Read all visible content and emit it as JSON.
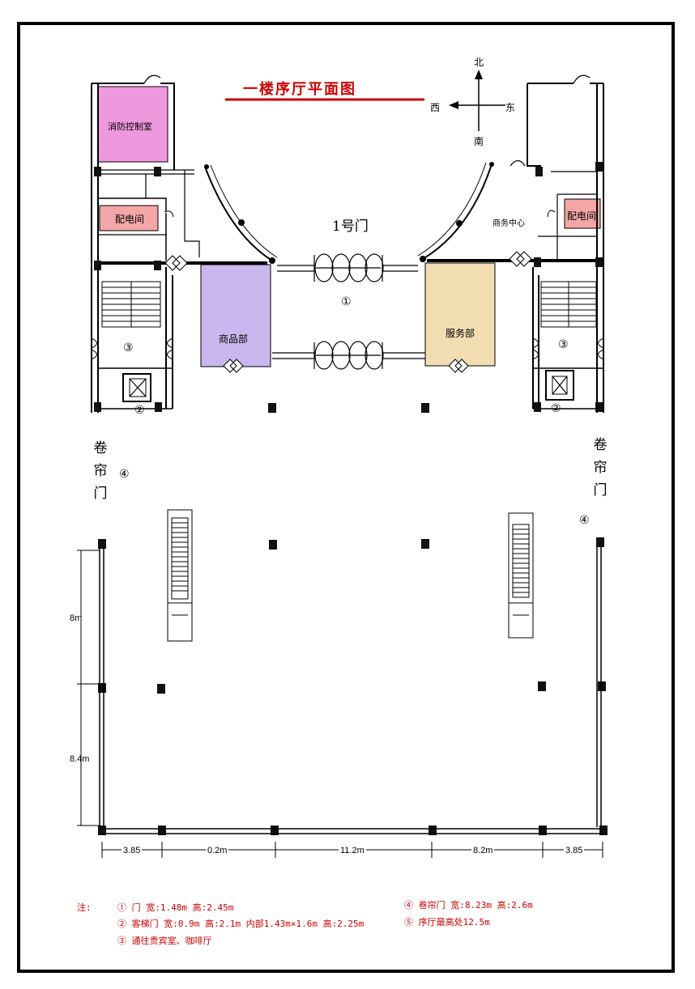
{
  "title": "一楼序厅平面图",
  "compass": {
    "north": "北",
    "south": "南",
    "east": "东",
    "west": "西"
  },
  "rooms": {
    "fire_control": "消防控制室",
    "power_left": "配电间",
    "power_right": "配电间",
    "merchandise": "商品部",
    "service": "服务部",
    "business_center": "商务中心"
  },
  "door_label": "1号门",
  "circle_labels": {
    "c1": "①",
    "c2": "②",
    "c3": "③",
    "c4": "④"
  },
  "rolling_door": "卷帘门",
  "dimensions": {
    "v1": "8m",
    "v2": "8.4m",
    "h1": "3.85",
    "h2": "0.2m",
    "h3": "11.2m",
    "h4": "8.2m",
    "h5": "3.85"
  },
  "notes": {
    "prefix": "注:",
    "n1": "① 门 宽:1.48m 高:2.45m",
    "n2": "② 客梯门 宽:0.9m 高:2.1m 内部1.43m×1.6m 高:2.25m",
    "n3": "③ 通往贵宾室、咖啡厅",
    "n4": "④ 卷帘门 宽:8.23m 高:2.6m",
    "n5": "⑤ 序厅最高处12.5m"
  },
  "colors": {
    "fire_control": "#ee99dd",
    "power": "#f4a6a6",
    "merchandise": "#c8b8ee",
    "service": "#f2dcb2",
    "accent": "#cc0000"
  }
}
